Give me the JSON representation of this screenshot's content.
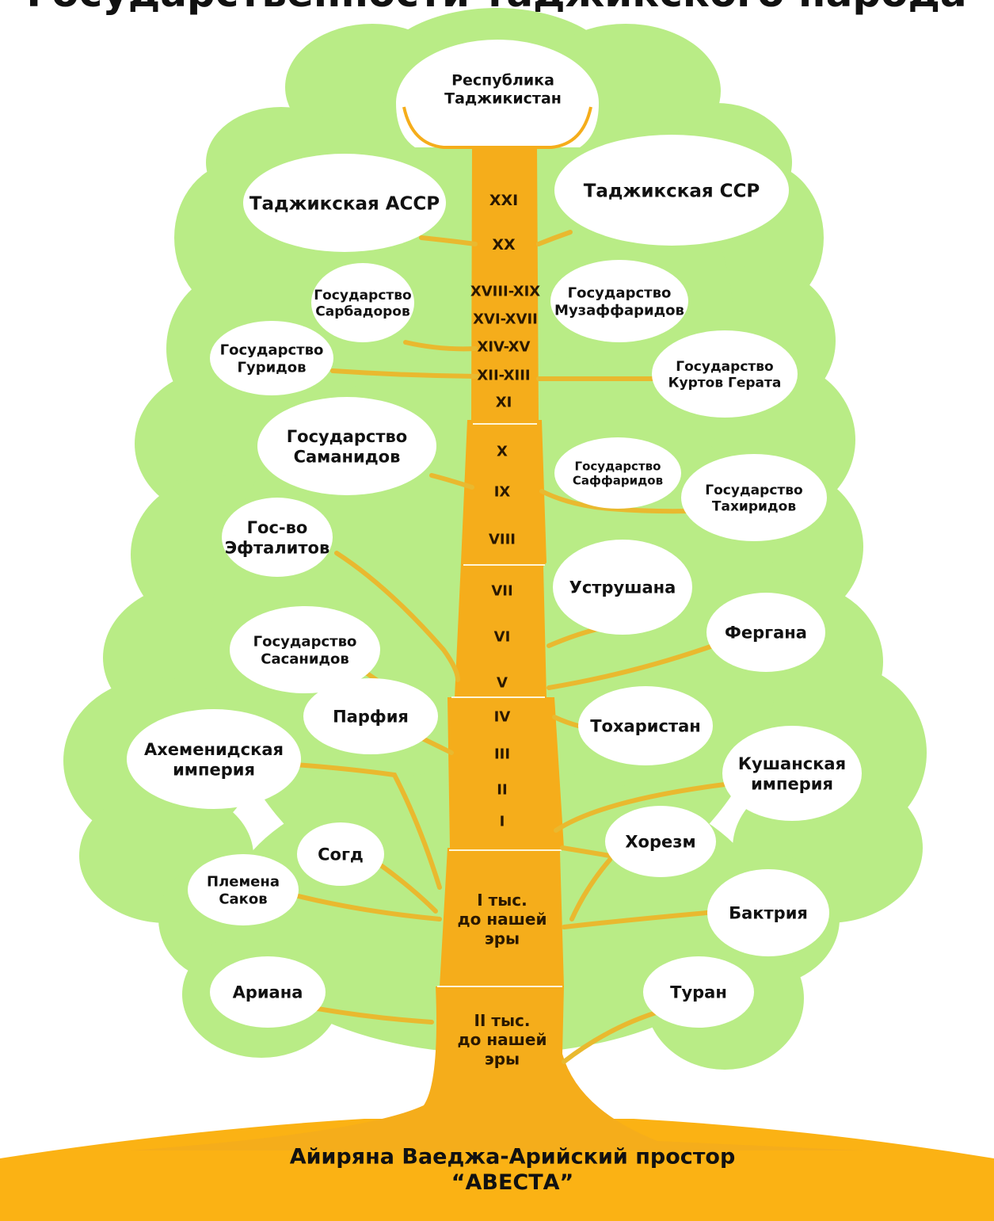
{
  "title": "Государственности таджикского народа",
  "colors": {
    "foliage": "#b9ec86",
    "trunk": "#f5ad1b",
    "ground": "#fbb214",
    "oval": "#ffffff",
    "text": "#111111",
    "branch": "#e9b92f"
  },
  "top_state": [
    "Республика",
    "Таджикистан"
  ],
  "root": [
    "Айиряна Ваеджа-Арийский простор",
    "“АВЕСТА”"
  ],
  "eras": [
    [
      "XXI"
    ],
    [
      "XX"
    ],
    [
      "XVIII-XIX"
    ],
    [
      "XVI-XVII"
    ],
    [
      "XIV-XV"
    ],
    [
      "XII-XIII"
    ],
    [
      "XI"
    ],
    [
      "X"
    ],
    [
      "IX"
    ],
    [
      "VIII"
    ],
    [
      "VII"
    ],
    [
      "VI"
    ],
    [
      "V"
    ],
    [
      "IV"
    ],
    [
      "III"
    ],
    [
      "II"
    ],
    [
      "I"
    ],
    [
      "I тыс.",
      "до нашей",
      "эры"
    ],
    [
      "II тыс.",
      "до нашей",
      "эры"
    ]
  ],
  "states_left": [
    [
      "Таджикская АССР"
    ],
    [
      "Государство",
      "Сарбадоров"
    ],
    [
      "Государство",
      "Гуридов"
    ],
    [
      "Государство",
      "Саманидов"
    ],
    [
      "Гос-во",
      "Эфталитов"
    ],
    [
      "Государство",
      "Сасанидов"
    ],
    [
      "Парфия"
    ],
    [
      "Ахеменидская",
      "империя"
    ],
    [
      "Согд"
    ],
    [
      "Племена",
      "Саков"
    ],
    [
      "Ариана"
    ]
  ],
  "states_right": [
    [
      "Таджикская ССР"
    ],
    [
      "Государство",
      "Музаффаридов"
    ],
    [
      "Государство",
      "Куртов Герата"
    ],
    [
      "Государство",
      "Саффаридов"
    ],
    [
      "Государство",
      "Тахиридов"
    ],
    [
      "Уструшана"
    ],
    [
      "Фергана"
    ],
    [
      "Тохаристан"
    ],
    [
      "Кушанская",
      "империя"
    ],
    [
      "Хорезм"
    ],
    [
      "Бактрия"
    ],
    [
      "Туран"
    ]
  ]
}
